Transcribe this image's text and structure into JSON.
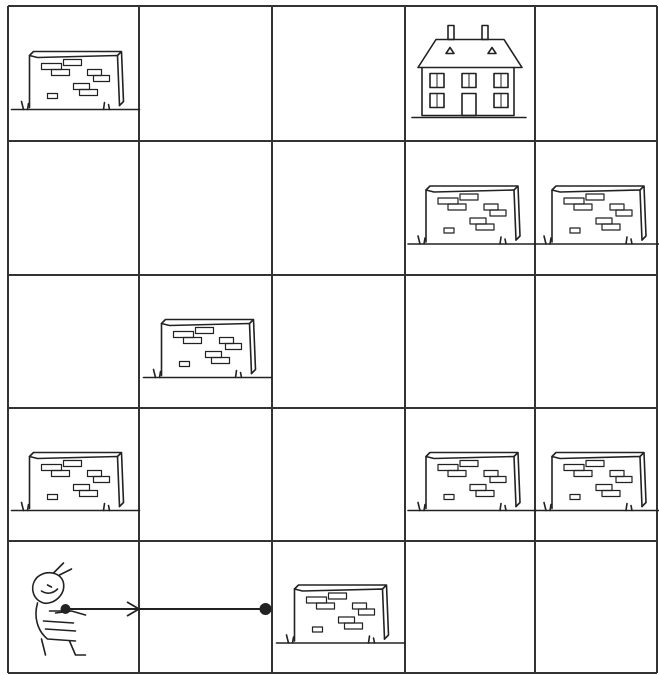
{
  "grid": {
    "rows": 5,
    "cols": 5
  },
  "cells": [
    [
      {
        "item": "wall"
      },
      {
        "item": "empty"
      },
      {
        "item": "empty"
      },
      {
        "item": "house"
      },
      {
        "item": "empty"
      }
    ],
    [
      {
        "item": "empty"
      },
      {
        "item": "empty"
      },
      {
        "item": "empty"
      },
      {
        "item": "wall"
      },
      {
        "item": "wall"
      }
    ],
    [
      {
        "item": "empty"
      },
      {
        "item": "wall"
      },
      {
        "item": "empty"
      },
      {
        "item": "empty"
      },
      {
        "item": "empty"
      }
    ],
    [
      {
        "item": "wall"
      },
      {
        "item": "empty"
      },
      {
        "item": "empty"
      },
      {
        "item": "wall"
      },
      {
        "item": "wall"
      }
    ],
    [
      {
        "item": "character"
      },
      {
        "item": "empty"
      },
      {
        "item": "wall"
      },
      {
        "item": "empty"
      },
      {
        "item": "empty"
      }
    ]
  ],
  "character": {
    "row": 4,
    "col": 0,
    "facing": "right",
    "icon": "cartoon-character-icon"
  },
  "arrow": {
    "from": [
      4,
      0
    ],
    "to": [
      4,
      1
    ],
    "direction": "right"
  },
  "colors": {
    "line": "#222222",
    "background": "#ffffff",
    "grid": "#333333"
  }
}
